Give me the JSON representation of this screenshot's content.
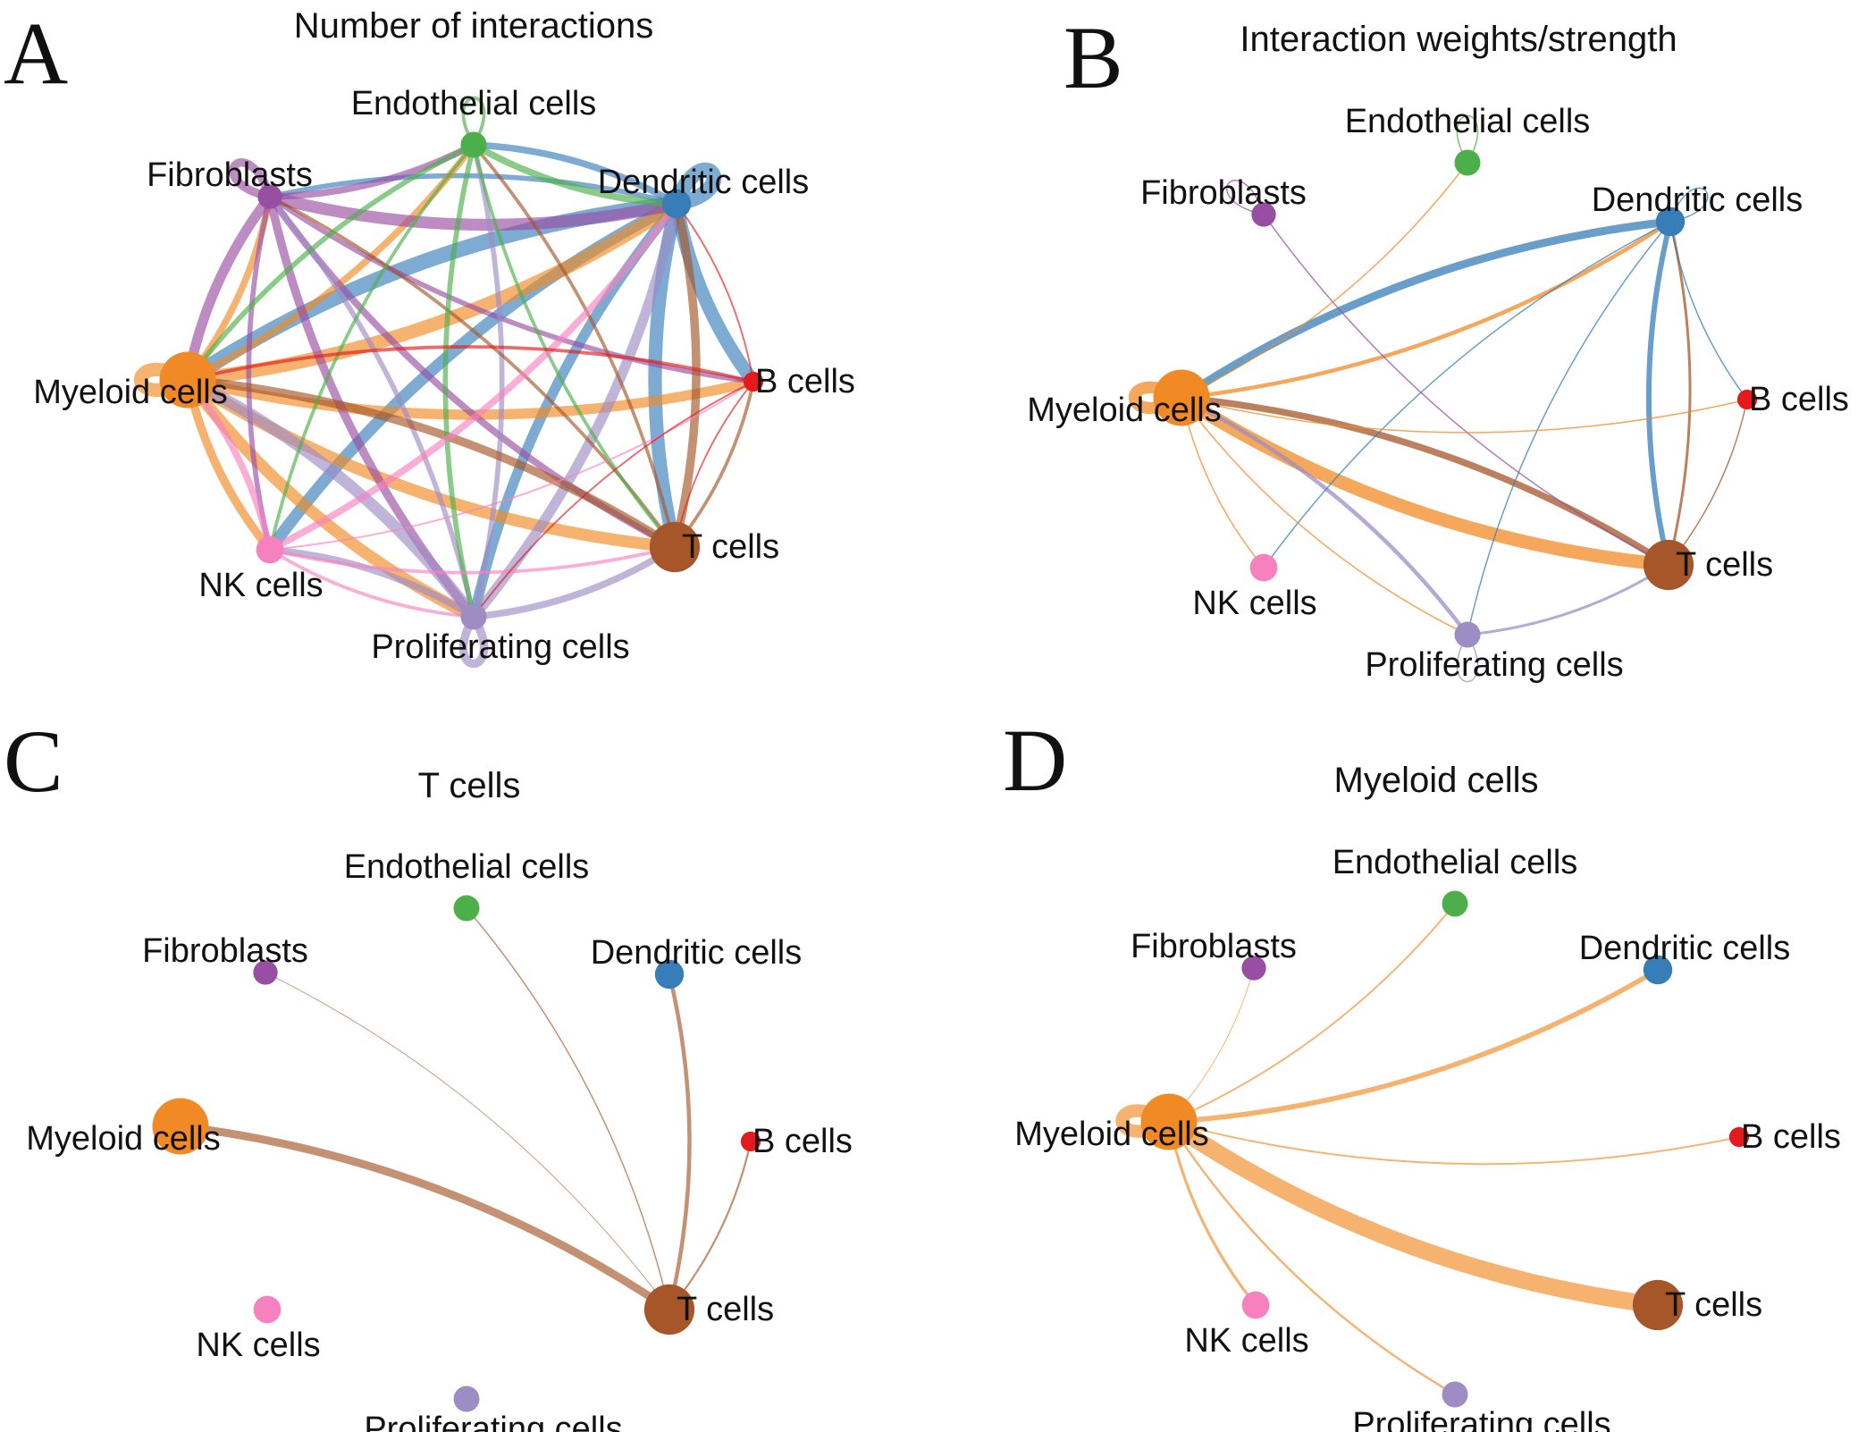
{
  "figure": {
    "panels": [
      {
        "letter": "A",
        "title": "Number of interactions"
      },
      {
        "letter": "B",
        "title": "Interaction weights/strength"
      },
      {
        "letter": "C",
        "title": "T cells"
      },
      {
        "letter": "D",
        "title": "Myeloid cells"
      }
    ]
  },
  "chart_data": [
    {
      "type": "network",
      "panel": "A",
      "title": "Number of interactions",
      "nodes": [
        {
          "id": "endo",
          "label": "Endothelial cells",
          "color": "#4daf4a",
          "size": 1
        },
        {
          "id": "dc",
          "label": "Dendritic cells",
          "color": "#377eb8",
          "size": 1.2
        },
        {
          "id": "b",
          "label": "B cells",
          "color": "#e41a1c",
          "size": 0.6
        },
        {
          "id": "t",
          "label": "T cells",
          "color": "#a65628",
          "size": 2.6
        },
        {
          "id": "prolif",
          "label": "Proliferating cells",
          "color": "#9e8cc4",
          "size": 1
        },
        {
          "id": "nk",
          "label": "NK cells",
          "color": "#f781bf",
          "size": 1.1
        },
        {
          "id": "myeloid",
          "label": "Myeloid cells",
          "color": "#f18a24",
          "size": 3
        },
        {
          "id": "fib",
          "label": "Fibroblasts",
          "color": "#984ea3",
          "size": 0.9
        }
      ],
      "edges": [
        {
          "from": "dc",
          "to": "dc",
          "w": 9
        },
        {
          "from": "myeloid",
          "to": "myeloid",
          "w": 8
        },
        {
          "from": "fib",
          "to": "fib",
          "w": 5
        },
        {
          "from": "prolif",
          "to": "prolif",
          "w": 5
        },
        {
          "from": "endo",
          "to": "endo",
          "w": 2
        },
        {
          "from": "dc",
          "to": "myeloid",
          "w": 9
        },
        {
          "from": "dc",
          "to": "b",
          "w": 8
        },
        {
          "from": "dc",
          "to": "t",
          "w": 8
        },
        {
          "from": "dc",
          "to": "nk",
          "w": 7
        },
        {
          "from": "dc",
          "to": "prolif",
          "w": 6
        },
        {
          "from": "dc",
          "to": "fib",
          "w": 3
        },
        {
          "from": "dc",
          "to": "endo",
          "w": 4
        },
        {
          "from": "myeloid",
          "to": "dc",
          "w": 8
        },
        {
          "from": "myeloid",
          "to": "t",
          "w": 7
        },
        {
          "from": "myeloid",
          "to": "b",
          "w": 6
        },
        {
          "from": "myeloid",
          "to": "prolif",
          "w": 7
        },
        {
          "from": "myeloid",
          "to": "nk",
          "w": 5
        },
        {
          "from": "myeloid",
          "to": "fib",
          "w": 4
        },
        {
          "from": "myeloid",
          "to": "endo",
          "w": 4
        },
        {
          "from": "fib",
          "to": "dc",
          "w": 7
        },
        {
          "from": "fib",
          "to": "myeloid",
          "w": 6
        },
        {
          "from": "fib",
          "to": "t",
          "w": 4
        },
        {
          "from": "fib",
          "to": "prolif",
          "w": 5
        },
        {
          "from": "fib",
          "to": "b",
          "w": 3
        },
        {
          "from": "fib",
          "to": "nk",
          "w": 3
        },
        {
          "from": "fib",
          "to": "endo",
          "w": 4
        },
        {
          "from": "prolif",
          "to": "myeloid",
          "w": 7
        },
        {
          "from": "prolif",
          "to": "dc",
          "w": 6
        },
        {
          "from": "prolif",
          "to": "t",
          "w": 4
        },
        {
          "from": "prolif",
          "to": "nk",
          "w": 4
        },
        {
          "from": "prolif",
          "to": "fib",
          "w": 3
        },
        {
          "from": "prolif",
          "to": "endo",
          "w": 3
        },
        {
          "from": "t",
          "to": "myeloid",
          "w": 5
        },
        {
          "from": "t",
          "to": "dc",
          "w": 5
        },
        {
          "from": "t",
          "to": "b",
          "w": 2
        },
        {
          "from": "t",
          "to": "endo",
          "w": 2
        },
        {
          "from": "t",
          "to": "fib",
          "w": 2
        },
        {
          "from": "endo",
          "to": "dc",
          "w": 4
        },
        {
          "from": "endo",
          "to": "myeloid",
          "w": 3
        },
        {
          "from": "endo",
          "to": "prolif",
          "w": 3
        },
        {
          "from": "endo",
          "to": "t",
          "w": 2
        },
        {
          "from": "endo",
          "to": "nk",
          "w": 2
        },
        {
          "from": "nk",
          "to": "myeloid",
          "w": 4
        },
        {
          "from": "nk",
          "to": "dc",
          "w": 4
        },
        {
          "from": "nk",
          "to": "t",
          "w": 2
        },
        {
          "from": "nk",
          "to": "prolif",
          "w": 2
        },
        {
          "from": "nk",
          "to": "b",
          "w": 1
        },
        {
          "from": "b",
          "to": "myeloid",
          "w": 2
        },
        {
          "from": "b",
          "to": "t",
          "w": 1
        },
        {
          "from": "b",
          "to": "prolif",
          "w": 1
        },
        {
          "from": "b",
          "to": "dc",
          "w": 1
        }
      ]
    },
    {
      "type": "network",
      "panel": "B",
      "title": "Interaction weights/strength",
      "nodes": [
        {
          "id": "endo",
          "label": "Endothelial cells",
          "color": "#4daf4a",
          "size": 1
        },
        {
          "id": "dc",
          "label": "Dendritic cells",
          "color": "#377eb8",
          "size": 1.2
        },
        {
          "id": "b",
          "label": "B cells",
          "color": "#e41a1c",
          "size": 0.6
        },
        {
          "id": "t",
          "label": "T cells",
          "color": "#a65628",
          "size": 2.6
        },
        {
          "id": "prolif",
          "label": "Proliferating cells",
          "color": "#9e8cc4",
          "size": 1
        },
        {
          "id": "nk",
          "label": "NK cells",
          "color": "#f781bf",
          "size": 1.1
        },
        {
          "id": "myeloid",
          "label": "Myeloid cells",
          "color": "#f18a24",
          "size": 3
        },
        {
          "id": "fib",
          "label": "Fibroblasts",
          "color": "#984ea3",
          "size": 0.9
        }
      ],
      "edges": [
        {
          "from": "myeloid",
          "to": "myeloid",
          "w": 9
        },
        {
          "from": "myeloid",
          "to": "t",
          "w": 10
        },
        {
          "from": "dc",
          "to": "myeloid",
          "w": 6
        },
        {
          "from": "t",
          "to": "myeloid",
          "w": 5
        },
        {
          "from": "dc",
          "to": "t",
          "w": 4
        },
        {
          "from": "myeloid",
          "to": "dc",
          "w": 3
        },
        {
          "from": "prolif",
          "to": "myeloid",
          "w": 3
        },
        {
          "from": "t",
          "to": "dc",
          "w": 2
        },
        {
          "from": "prolif",
          "to": "t",
          "w": 2
        },
        {
          "from": "dc",
          "to": "nk",
          "w": 1
        },
        {
          "from": "dc",
          "to": "prolif",
          "w": 1
        },
        {
          "from": "dc",
          "to": "b",
          "w": 1
        },
        {
          "from": "fib",
          "to": "t",
          "w": 1
        },
        {
          "from": "myeloid",
          "to": "nk",
          "w": 1
        },
        {
          "from": "myeloid",
          "to": "prolif",
          "w": 1
        },
        {
          "from": "myeloid",
          "to": "endo",
          "w": 1
        },
        {
          "from": "myeloid",
          "to": "b",
          "w": 1
        },
        {
          "from": "t",
          "to": "b",
          "w": 1
        },
        {
          "from": "endo",
          "to": "endo",
          "w": 1
        },
        {
          "from": "fib",
          "to": "fib",
          "w": 1
        },
        {
          "from": "dc",
          "to": "dc",
          "w": 1
        },
        {
          "from": "prolif",
          "to": "prolif",
          "w": 1
        }
      ]
    },
    {
      "type": "network",
      "panel": "C",
      "title": "T cells",
      "source": "T cells",
      "edges": [
        {
          "from": "t",
          "to": "myeloid",
          "w": 6
        },
        {
          "from": "t",
          "to": "dc",
          "w": 3
        },
        {
          "from": "t",
          "to": "b",
          "w": 1.5
        },
        {
          "from": "t",
          "to": "endo",
          "w": 1
        },
        {
          "from": "t",
          "to": "fib",
          "w": 0.6
        }
      ]
    },
    {
      "type": "network",
      "panel": "D",
      "title": "Myeloid cells",
      "source": "Myeloid cells",
      "edges": [
        {
          "from": "myeloid",
          "to": "myeloid",
          "w": 9
        },
        {
          "from": "myeloid",
          "to": "t",
          "w": 12
        },
        {
          "from": "myeloid",
          "to": "dc",
          "w": 3.5
        },
        {
          "from": "myeloid",
          "to": "nk",
          "w": 2
        },
        {
          "from": "myeloid",
          "to": "prolif",
          "w": 1.5
        },
        {
          "from": "myeloid",
          "to": "b",
          "w": 1.2
        },
        {
          "from": "myeloid",
          "to": "endo",
          "w": 1.2
        },
        {
          "from": "myeloid",
          "to": "fib",
          "w": 0.6
        }
      ]
    }
  ]
}
